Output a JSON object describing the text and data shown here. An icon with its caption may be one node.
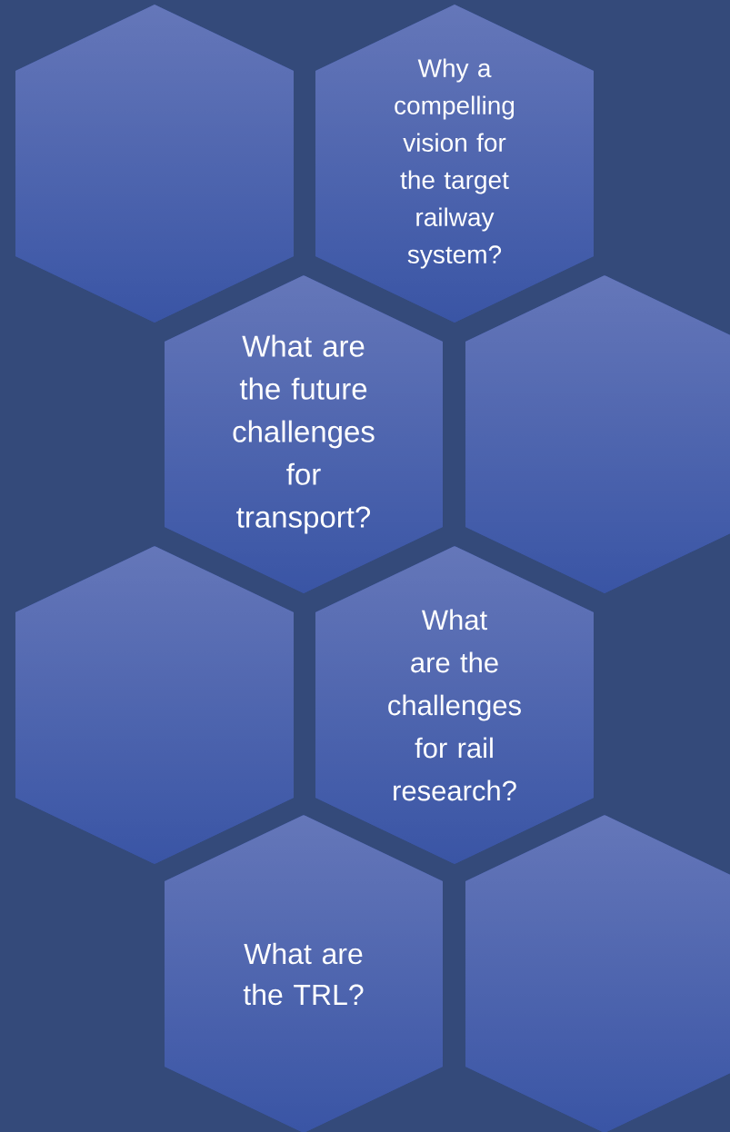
{
  "diagram": {
    "nodes": [
      {
        "text": [],
        "shape": "hexagon"
      },
      {
        "text": [
          "Why a compelling vision for the target railway system?"
        ]
      },
      {
        "text": [
          "What are the future challenges for transport?"
        ]
      },
      {
        "text": [],
        "shape": "hexagon"
      },
      {
        "text": [],
        "shape": "hexagon"
      },
      {
        "text": [
          "What are the challenges for rail research?"
        ]
      },
      {
        "text": [
          "What are the TRL?"
        ]
      },
      {
        "text": [],
        "shape": "hexagon"
      }
    ]
  }
}
